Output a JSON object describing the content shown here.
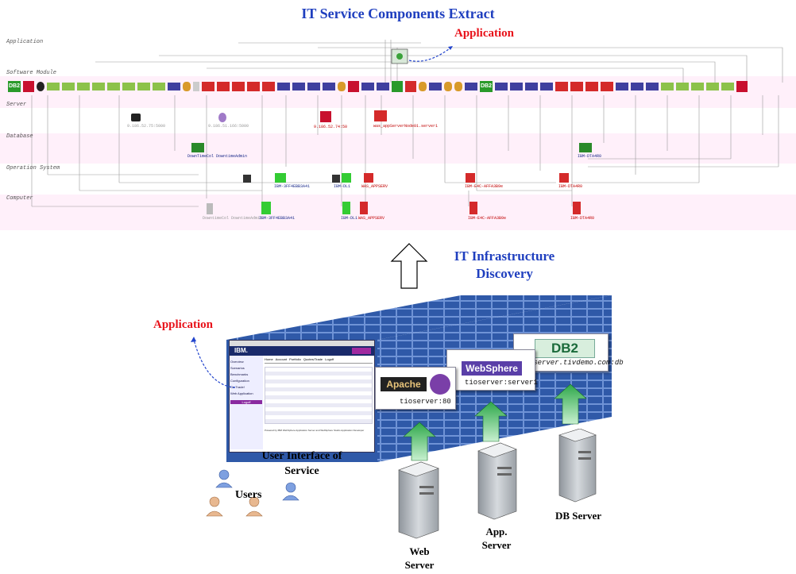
{
  "title": "IT Service Components Extract",
  "top_diagram": {
    "application_label": "Application",
    "lanes": [
      "Application",
      "Software Module",
      "Server",
      "Database",
      "Operation System",
      "Computer"
    ],
    "module_badges": [
      "DB2",
      "DB2"
    ],
    "server_ips": [
      "9.186.52.75:5000",
      "9.186.51.166:5000",
      "9.186.52.74:50",
      "was_appServerNode01.server1"
    ],
    "database_labels": [
      "DownTimeCol DowntimeAdmin",
      "IBM-DTA4R0"
    ],
    "os_labels": [
      "IBM-3FF4EBB3A41",
      "IBM-DL1",
      "WAS_APPSERV",
      "IBM-E4C-AFFA3B9e",
      "IBM-DTA4R0"
    ],
    "computer_labels": [
      "DowntimeCol DowntimeAdmin",
      "IBM-3FF4EBB3A41",
      "IBM-DL1",
      "WAS_APPSERV",
      "IBM-E4C-AFFA3B9e",
      "IBM-DTA4R0"
    ]
  },
  "discovery_label": "IT Infrastructure Discovery",
  "bottom": {
    "application_label": "Application",
    "ui_label": "User Interface of Service",
    "users_label": "Users",
    "ui_window": {
      "brand": "IBM.",
      "nav_tabs": [
        "Home",
        "Account",
        "Portfolio",
        "Quotes/Trade",
        "Logoff"
      ],
      "sidebar_links": [
        "Overview",
        "Scenarios",
        "Benchmarks",
        "Configuration",
        "Go Trade!",
        "Web Application"
      ],
      "sidebar_button": "Logoff",
      "footer": "Powered by IBM WebSphere Application Server and WebSphere Studio Application Developer"
    },
    "cards": [
      {
        "logo": "Apache",
        "server": "tioserver:80"
      },
      {
        "logo": "WebSphere",
        "server": "tioserver:server1"
      },
      {
        "logo": "DB2",
        "server": "tioserver.tivdemo.com:db"
      }
    ],
    "server_labels": [
      "Web Server",
      "App. Server",
      "DB Server"
    ]
  }
}
